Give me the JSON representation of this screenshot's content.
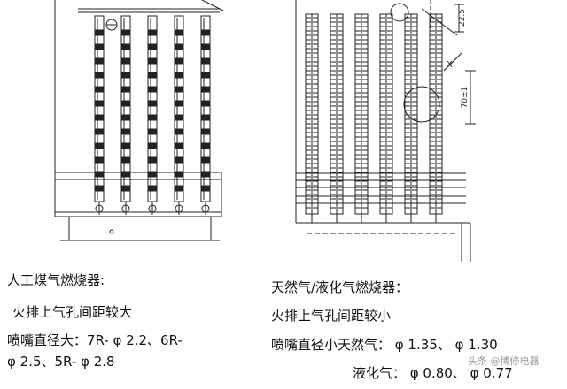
{
  "left": {
    "title": "人工煤气燃烧器:",
    "line2": "火排上气孔间距较大",
    "line3": "喷嘴直径大：7R- φ 2.2、6R-",
    "line4": "φ 2.5、5R- φ 2.8"
  },
  "right": {
    "title": "天然气/液化气燃烧器：",
    "line2": "火排上气孔间距较小",
    "line3": "喷嘴直径小天然气： φ 1.35、 φ 1.30",
    "line4": "液化气： φ 0.80、 φ 0.77",
    "dim_top": "22.5",
    "dim_side": "70±1",
    "mark_x": "X"
  },
  "watermark": "头条 @博修电器"
}
